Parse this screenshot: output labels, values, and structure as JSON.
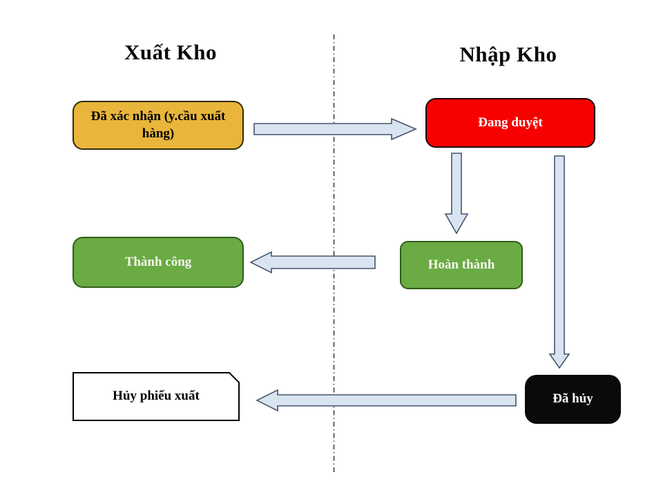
{
  "titles": {
    "left": "Xuất Kho",
    "right": "Nhập Kho"
  },
  "nodes": {
    "confirmed": "Đã xác nhận (y.cầu xuất hàng)",
    "approving": "Đang duyệt",
    "completed": "Hoàn thành",
    "success": "Thành công",
    "cancelled": "Đã hủy",
    "cancel_export": "Hủy phiếu xuất"
  },
  "colors": {
    "confirmed_fill": "#e9b63b",
    "confirmed_border": "#33290a",
    "approving_fill": "#f70000",
    "approving_border": "#190000",
    "green_fill": "#6aab44",
    "green_border": "#2e5c17",
    "cancelled_fill": "#0a0a0a",
    "cancel_export_fill": "#ffffff",
    "cancel_export_border": "#000000",
    "arrow_fill": "#d9e4f1",
    "arrow_stroke": "#44546a",
    "divider": "#3f3f3f",
    "text_dark": "#000000",
    "text_light": "#ffffff",
    "text_cream": "#f7f7ee"
  }
}
